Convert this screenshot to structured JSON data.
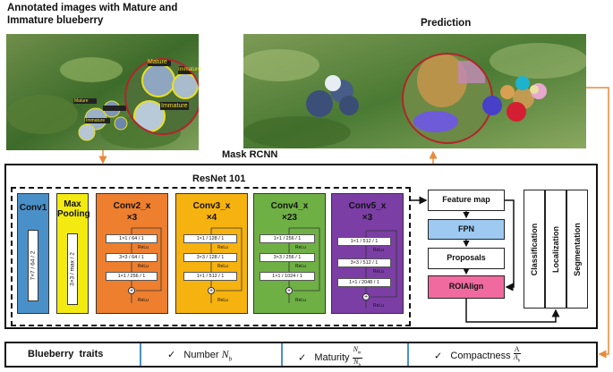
{
  "header": {
    "annotated_title": "Annotated images with Mature and Immature blueberry",
    "prediction_title": "Prediction"
  },
  "annotation_tags": [
    "Mature",
    "Immature",
    "Mature",
    "Immature",
    "Immature"
  ],
  "mask_rcnn_label": "Mask RCNN",
  "resnet": {
    "title": "ResNet 101",
    "blocks": [
      {
        "name": "Conv1",
        "color": "#4a90c8",
        "layers": [
          "7×7 / 64 / 2"
        ]
      },
      {
        "name": "Max Pooling",
        "color": "#f2ea10",
        "layers": [
          "3×3 / max / 2"
        ]
      },
      {
        "name": "Conv2_x",
        "repeat": "×3",
        "color": "#ee7f2e",
        "layers": [
          "1×1 / 64 / 1",
          "3×3 / 64 / 1",
          "1×1 / 256 / 1"
        ]
      },
      {
        "name": "Conv3_x",
        "repeat": "×4",
        "color": "#f6b20e",
        "layers": [
          "1×1 / 128 / 1",
          "3×3 / 128 / 1",
          "1×1 / 512 / 1"
        ]
      },
      {
        "name": "Conv4_x",
        "repeat": "×23",
        "color": "#6fb045",
        "layers": [
          "1×1 / 256 / 1",
          "3×3 / 256 / 1",
          "1×1 / 1024 / 1"
        ]
      },
      {
        "name": "Conv5_x",
        "repeat": "×3",
        "color": "#7b3ea5",
        "layers": [
          "1×1 / 512 / 1",
          "3×3 / 512 / 1",
          "1×1 / 2048 / 1"
        ]
      }
    ],
    "relu": "ReLu",
    "plus": "+"
  },
  "pipeline": {
    "feature_map": "Feature map",
    "fpn": "FPN",
    "proposals": "Proposals",
    "roialign": "ROIAlign",
    "fpn_color": "#9ec9f0",
    "roialign_color": "#f06aa0",
    "heads": [
      "Classification",
      "Localization",
      "Segmentation"
    ]
  },
  "traits": {
    "label": "Blueberry  traits",
    "check": "✓",
    "items": [
      {
        "text": "Number",
        "sym": "N",
        "sub": "b"
      },
      {
        "text": "Maturity",
        "num": "N",
        "num_sub": "m",
        "den": "N",
        "den_sub": "b"
      },
      {
        "text": "Compactness",
        "num": "A",
        "den": "A",
        "den_sub": "b"
      }
    ],
    "divider_color": "#4a90c8"
  },
  "arrow_color": "#e88a3a"
}
